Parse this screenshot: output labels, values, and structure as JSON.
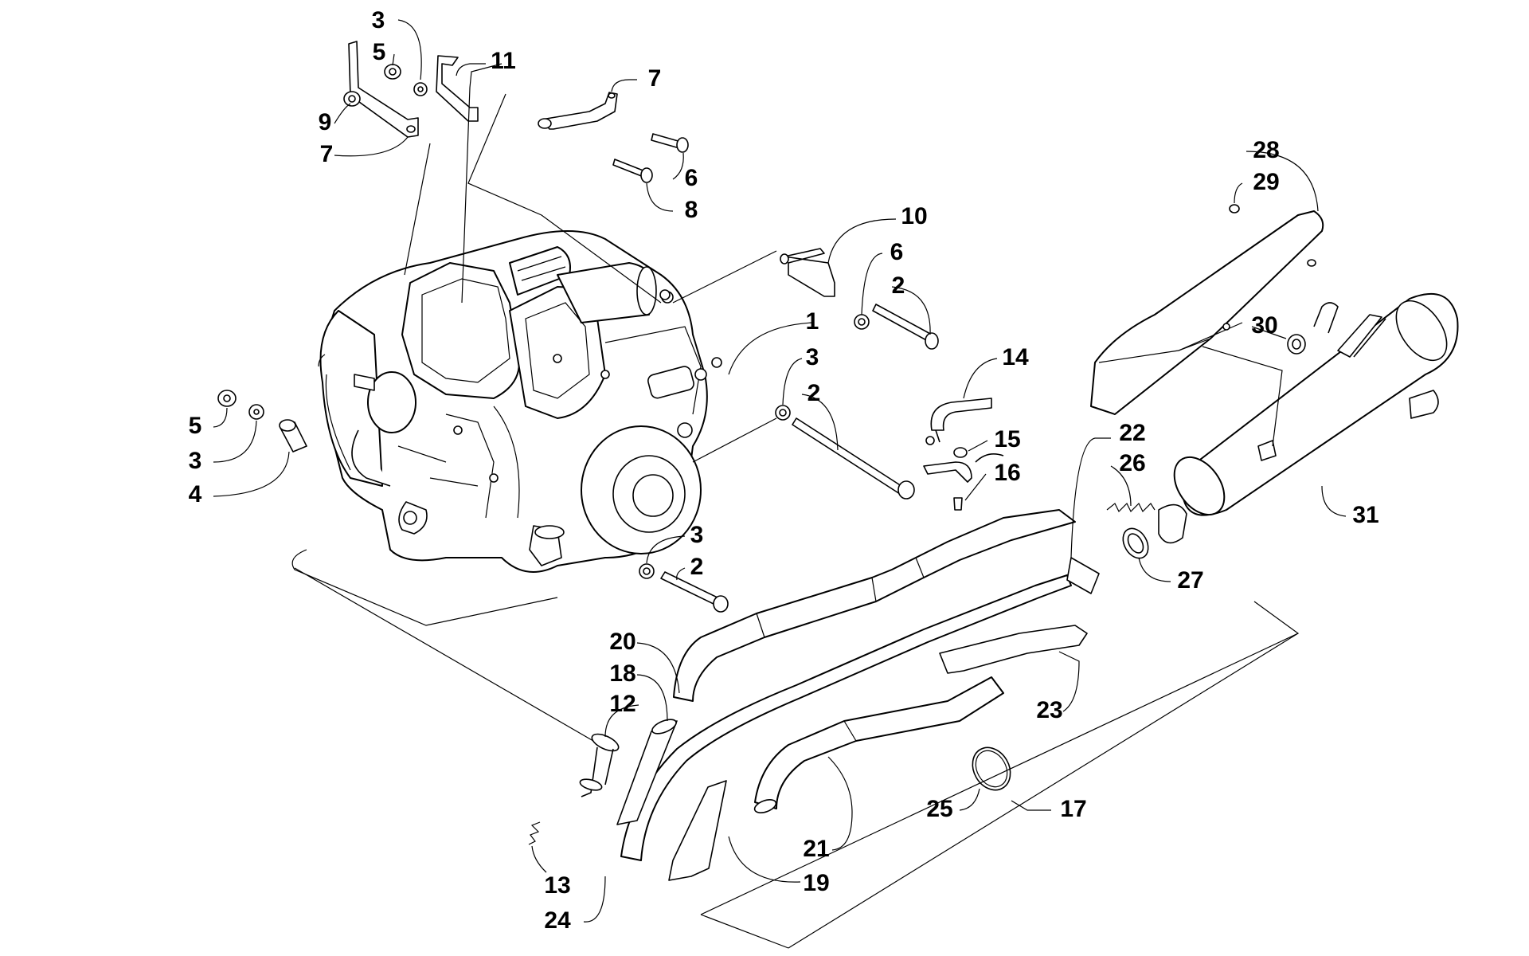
{
  "diagram": {
    "labels": [
      {
        "id": "c3a",
        "text": "3"
      },
      {
        "id": "c5a",
        "text": "5"
      },
      {
        "id": "c11",
        "text": "11"
      },
      {
        "id": "c7a",
        "text": "7"
      },
      {
        "id": "c9",
        "text": "9"
      },
      {
        "id": "c7b",
        "text": "7"
      },
      {
        "id": "c6a",
        "text": "6"
      },
      {
        "id": "c8",
        "text": "8"
      },
      {
        "id": "c10",
        "text": "10"
      },
      {
        "id": "c6b",
        "text": "6"
      },
      {
        "id": "c2a",
        "text": "2"
      },
      {
        "id": "c1",
        "text": "1"
      },
      {
        "id": "c3b",
        "text": "3"
      },
      {
        "id": "c2b",
        "text": "2"
      },
      {
        "id": "c14",
        "text": "14"
      },
      {
        "id": "c15",
        "text": "15"
      },
      {
        "id": "c16",
        "text": "16"
      },
      {
        "id": "c5b",
        "text": "5"
      },
      {
        "id": "c3c",
        "text": "3"
      },
      {
        "id": "c4",
        "text": "4"
      },
      {
        "id": "c3d",
        "text": "3"
      },
      {
        "id": "c2c",
        "text": "2"
      },
      {
        "id": "c22",
        "text": "22"
      },
      {
        "id": "c26",
        "text": "26"
      },
      {
        "id": "c27",
        "text": "27"
      },
      {
        "id": "c28",
        "text": "28"
      },
      {
        "id": "c29",
        "text": "29"
      },
      {
        "id": "c30",
        "text": "30"
      },
      {
        "id": "c31",
        "text": "31"
      },
      {
        "id": "c20",
        "text": "20"
      },
      {
        "id": "c18",
        "text": "18"
      },
      {
        "id": "c12",
        "text": "12"
      },
      {
        "id": "c23",
        "text": "23"
      },
      {
        "id": "c13",
        "text": "13"
      },
      {
        "id": "c24",
        "text": "24"
      },
      {
        "id": "c19",
        "text": "19"
      },
      {
        "id": "c21",
        "text": "21"
      },
      {
        "id": "c25",
        "text": "25"
      },
      {
        "id": "c17",
        "text": "17"
      }
    ]
  }
}
